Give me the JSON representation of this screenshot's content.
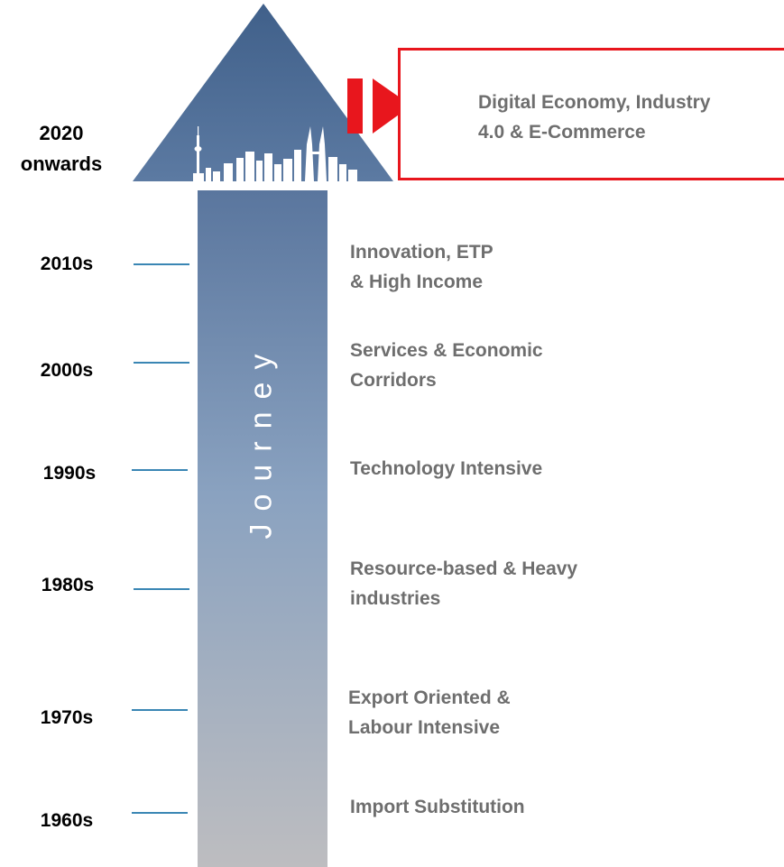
{
  "journey_label": "Journey",
  "top": {
    "era": "2020\nonwards",
    "description": "Digital Economy, Industry\n4.0 &  E-Commerce"
  },
  "milestones": [
    {
      "era": "2010s",
      "description": "Innovation, ETP\n& High Income"
    },
    {
      "era": "2000s",
      "description": "Services & Economic\nCorridors"
    },
    {
      "era": "1990s",
      "description": "Technology Intensive"
    },
    {
      "era": "1980s",
      "description": "Resource-based & Heavy\nindustries"
    },
    {
      "era": "1970s",
      "description": "Export Oriented &\nLabour Intensive"
    },
    {
      "era": "1960s",
      "description": "Import Substitution"
    }
  ],
  "colors": {
    "arrow_top": "#4a6790",
    "arrow_bottom": "#b9b9bd",
    "callout_border": "#e8161d",
    "tick": "#3a86b4",
    "description_text": "#6e6e6e"
  }
}
